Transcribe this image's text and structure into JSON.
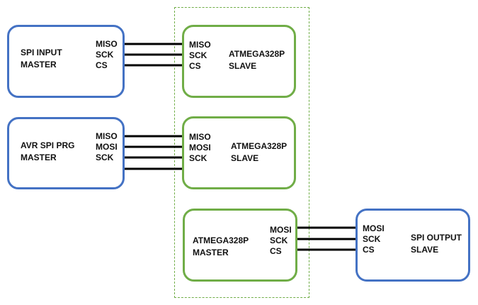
{
  "colors": {
    "master_box": "#4472c4",
    "slave_box": "#70ad47",
    "wire": "#000000",
    "group_outline": "#70ad47"
  },
  "spi_input_master": {
    "line1": "SPI INPUT",
    "line2": "MASTER",
    "pins": [
      "MISO",
      "SCK",
      "CS"
    ]
  },
  "slave1": {
    "pins": [
      "MISO",
      "SCK",
      "CS"
    ],
    "line1": "ATMEGA328P",
    "line2": "SLAVE"
  },
  "avr_prg_master": {
    "line1": "AVR SPI PRG",
    "line2": "MASTER",
    "pins": [
      "MISO",
      "MOSI",
      "SCK"
    ]
  },
  "slave2": {
    "pins": [
      "MISO",
      "MOSI",
      "SCK"
    ],
    "line1": "ATMEGA328P",
    "line2": "SLAVE"
  },
  "master3": {
    "line1": "ATMEGA328P",
    "line2": "MASTER",
    "pins": [
      "MOSI",
      "SCK",
      "CS"
    ]
  },
  "spi_output_slave": {
    "pins": [
      "MOSI",
      "SCK",
      "CS"
    ],
    "line1": "SPI OUTPUT",
    "line2": "SLAVE"
  }
}
